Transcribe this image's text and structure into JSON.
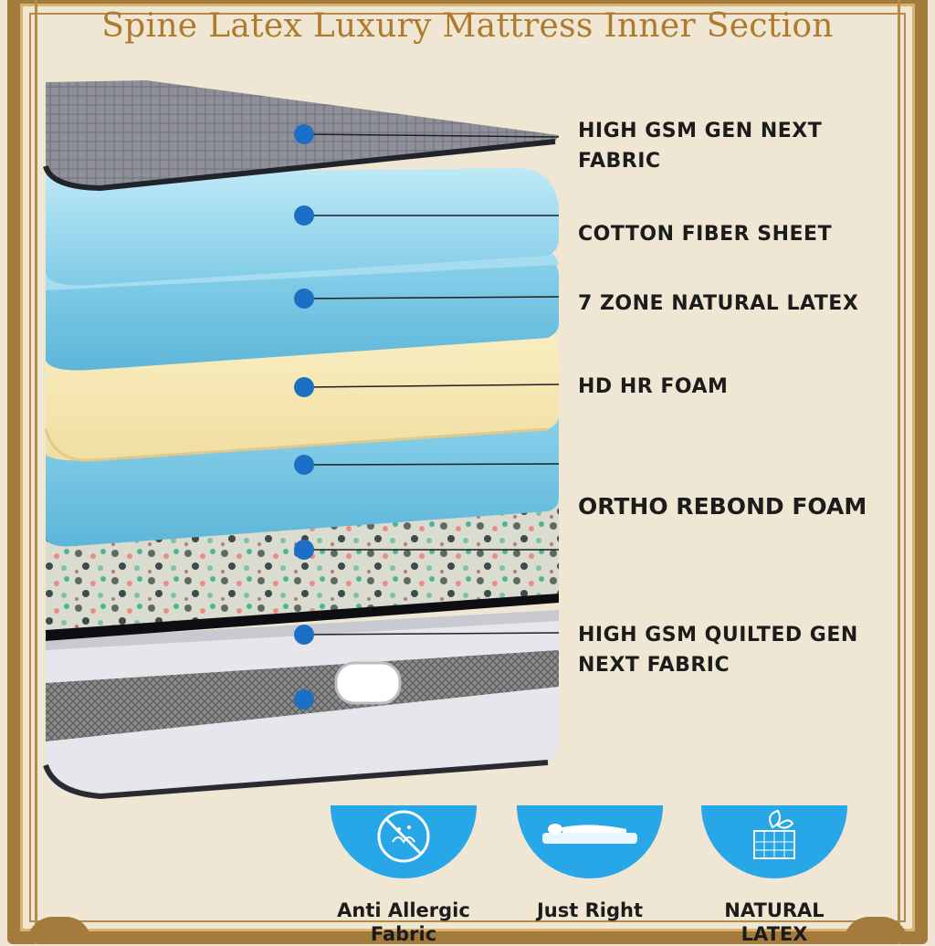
{
  "title": "Spine Latex Luxury Mattress Inner Section",
  "colors": {
    "frame": "#a47a3d",
    "background": "#efe6d3",
    "title": "#b07a2e",
    "marker": "#1b6fc4",
    "accent_blue": "#27a6e8"
  },
  "layers": [
    {
      "name": "fabric-top",
      "label_lines": [
        "HIGH GSM GEN NEXT",
        "FABRIC"
      ]
    },
    {
      "name": "cotton-fiber",
      "label_lines": [
        "COTTON FIBER SHEET"
      ]
    },
    {
      "name": "latex",
      "label_lines": [
        "7 ZONE NATURAL LATEX"
      ]
    },
    {
      "name": "hd-hr-foam",
      "label_lines": [
        "HD HR FOAM"
      ]
    },
    {
      "name": "blue-layer",
      "label_lines": []
    },
    {
      "name": "rebond",
      "label_lines": [
        "ORTHO REBOND FOAM"
      ]
    },
    {
      "name": "quilted-fabric",
      "label_lines": [
        "HIGH GSM QUILTED GEN",
        "NEXT FABRIC"
      ]
    }
  ],
  "features": [
    {
      "label": "Anti Allergic Fabric",
      "icon": "allergy-shield-icon"
    },
    {
      "label": "Just Right",
      "icon": "person-lying-icon"
    },
    {
      "label": "NATURAL LATEX",
      "icon": "latex-leaf-icon"
    }
  ]
}
